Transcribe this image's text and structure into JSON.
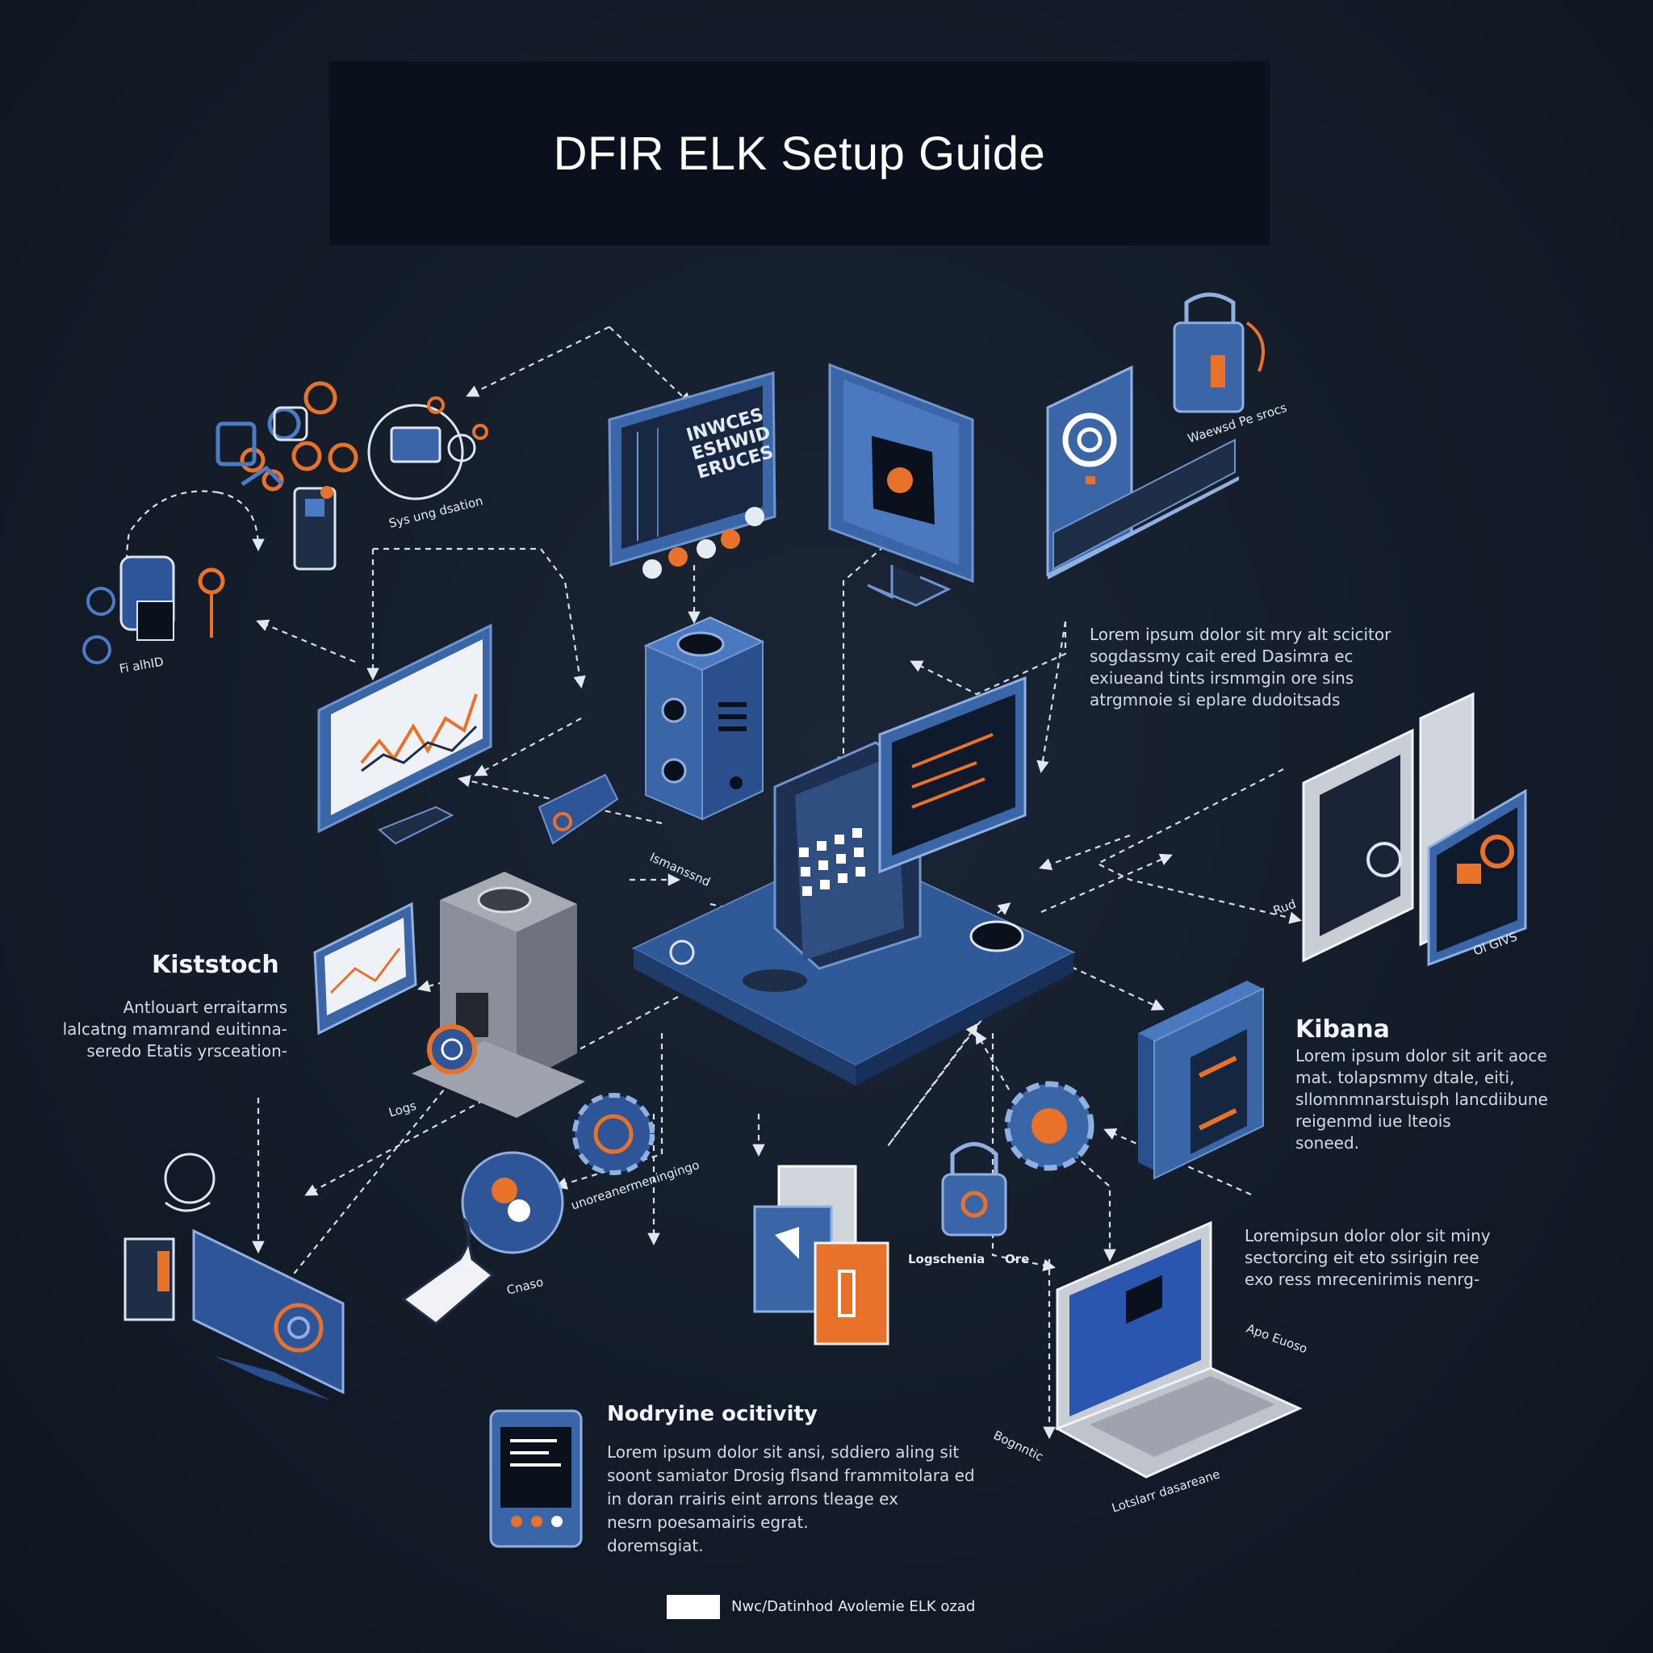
{
  "header": {
    "title": "DFIR ELK Setup Guide"
  },
  "sections": {
    "top_right": {
      "body": "Lorem ipsum dolor sit mry alt scicitor\nsogdassmy cait ered Dasimra ec\nexiueand tints irsmmgin ore sins\natrgmnoie si eplare dudoitsads"
    },
    "left": {
      "heading": "Kiststoch",
      "body": "Antlouart erraitarms\nlalcatng mamrand euitinna-\nseredo Etatis yrsceation-"
    },
    "right": {
      "heading": "Kibana",
      "body": "Lorem ipsum dolor sit arit aoce\nmat. tolapsmmy dtale, eiti,\nsllomnmnarstuisph lancdiibune\nreigenmd iue lteois\nsoneed."
    },
    "bottom_right": {
      "body": "Loremipsun dolor olor sit miny\nsectorcing eit eto ssirigin ree\nexo ress mrecenirimis nenrg-"
    },
    "bottom": {
      "heading": "Nodryine ocitivity",
      "body": "Lorem ipsum dolor sit ansi, sddiero aling sit\nsoont samiator Drosig flsand frammitolara ed\nin doran rrairis eint arrons tleage ex\nnesrn poesamairis egrat.\ndoremsgiat."
    }
  },
  "labels": {
    "sys_search": "Sys ung dsation",
    "top_left_small": "Fi alhID",
    "top_right_small": "Waewsd Pe srocs",
    "screen_text": "INWCES\nESHWID\nERUCES",
    "mid_small": "Ismanssnd",
    "right_mid_small": "Rud",
    "right_small2": "Ol GIVS",
    "logs": "Logs",
    "gear_lbl": "unoreanermeningingo",
    "chase": "Cnaso",
    "lock_lbl": "Logschenia",
    "ore": "Ore",
    "apo": "Apo Euoso",
    "laptop_lbl": "Lotslarr dasareane",
    "bognntic": "Bognntic"
  },
  "footer": {
    "text": "Nwc/Datinhod Avolemie ELK ozad"
  },
  "colors": {
    "accent": "#e8722a",
    "primary": "#3a66a8",
    "dark_panel": "#0b111c",
    "line": "#cfd6e0"
  }
}
